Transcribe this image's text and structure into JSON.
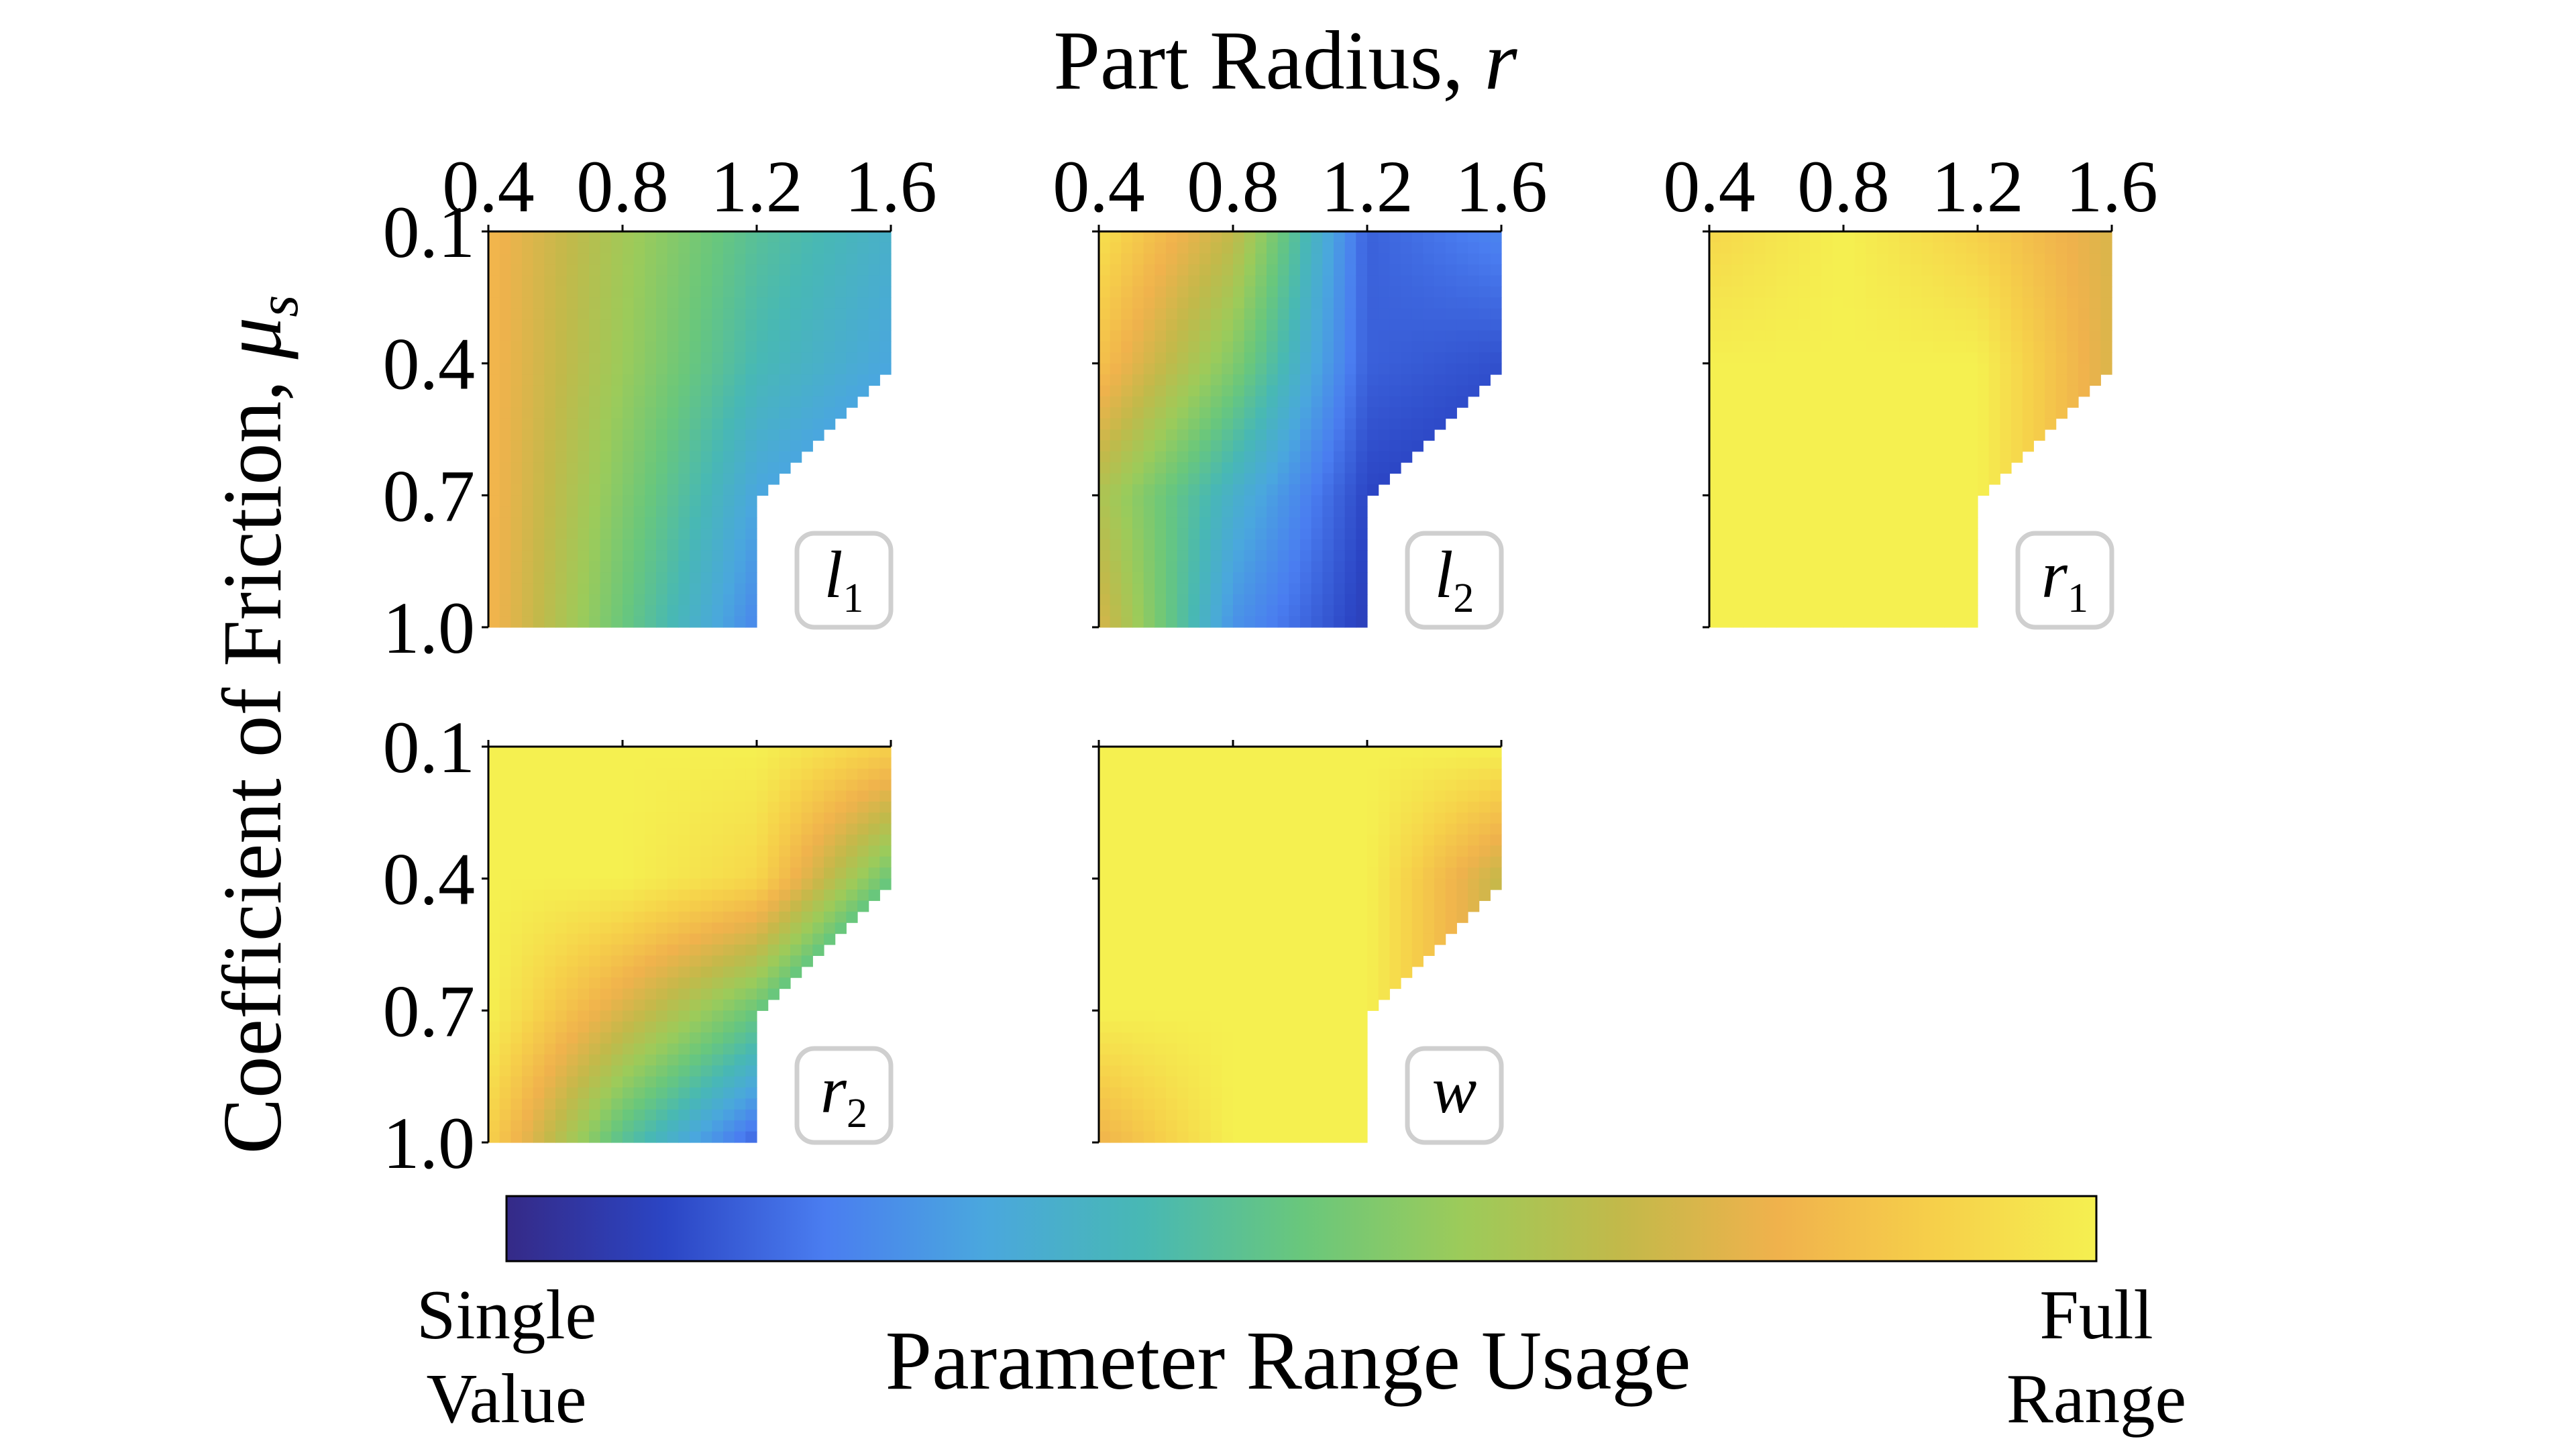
{
  "chart_data": {
    "type": "heatmap",
    "title": "Part Radius, r",
    "xlabel": "Part Radius, r",
    "ylabel": "Coefficient of Friction, μs",
    "x": [
      0.4,
      0.8,
      1.2,
      1.6
    ],
    "y": [
      0.1,
      0.4,
      0.7,
      1.0
    ],
    "x_ticks": [
      "0.4",
      "0.8",
      "1.2",
      "1.6"
    ],
    "y_ticks": [
      "0.1",
      "0.4",
      "0.7",
      "1.0"
    ],
    "xlim": [
      0.4,
      1.6
    ],
    "ylim": [
      0.1,
      1.0
    ],
    "grid": false,
    "value_range": [
      0,
      1
    ],
    "colormap": [
      "#352a87",
      "#2b45c4",
      "#4a7df0",
      "#4aa7de",
      "#48b8b4",
      "#69c77c",
      "#9ccb5a",
      "#c2b94a",
      "#f0b24c",
      "#f6d04a",
      "#f5f050"
    ],
    "panels": [
      {
        "label": "l",
        "subscript": "1",
        "values": [
          [
            0.82,
            0.62,
            0.45,
            0.35
          ],
          [
            0.82,
            0.6,
            0.4,
            0.3
          ],
          [
            0.82,
            0.55,
            0.3,
            null
          ],
          [
            0.82,
            0.5,
            0.22,
            null
          ]
        ]
      },
      {
        "label": "l",
        "subscript": "2",
        "values": [
          [
            0.95,
            0.7,
            0.15,
            0.22
          ],
          [
            0.85,
            0.55,
            0.15,
            0.12
          ],
          [
            0.65,
            0.35,
            0.1,
            null
          ],
          [
            0.75,
            0.25,
            0.08,
            null
          ]
        ]
      },
      {
        "label": "r",
        "subscript": "1",
        "values": [
          [
            0.92,
            1.0,
            0.9,
            0.75
          ],
          [
            1.0,
            1.0,
            1.0,
            0.75
          ],
          [
            1.0,
            1.0,
            1.0,
            null
          ],
          [
            1.0,
            1.0,
            1.0,
            null
          ]
        ]
      },
      {
        "label": "r",
        "subscript": "2",
        "values": [
          [
            1.0,
            1.0,
            1.0,
            0.9
          ],
          [
            1.0,
            1.0,
            0.92,
            0.5
          ],
          [
            1.0,
            0.75,
            0.5,
            null
          ],
          [
            0.9,
            0.45,
            0.15,
            null
          ]
        ]
      },
      {
        "label": "w",
        "subscript": "",
        "values": [
          [
            1.0,
            1.0,
            1.0,
            1.0
          ],
          [
            1.0,
            1.0,
            1.0,
            0.7
          ],
          [
            1.0,
            1.0,
            1.0,
            null
          ],
          [
            0.8,
            1.0,
            1.0,
            null
          ]
        ]
      }
    ],
    "colorbar": {
      "label": "Parameter Range Usage",
      "low_line1": "Single",
      "low_line2": "Value",
      "high_line1": "Full",
      "high_line2": "Range"
    }
  }
}
